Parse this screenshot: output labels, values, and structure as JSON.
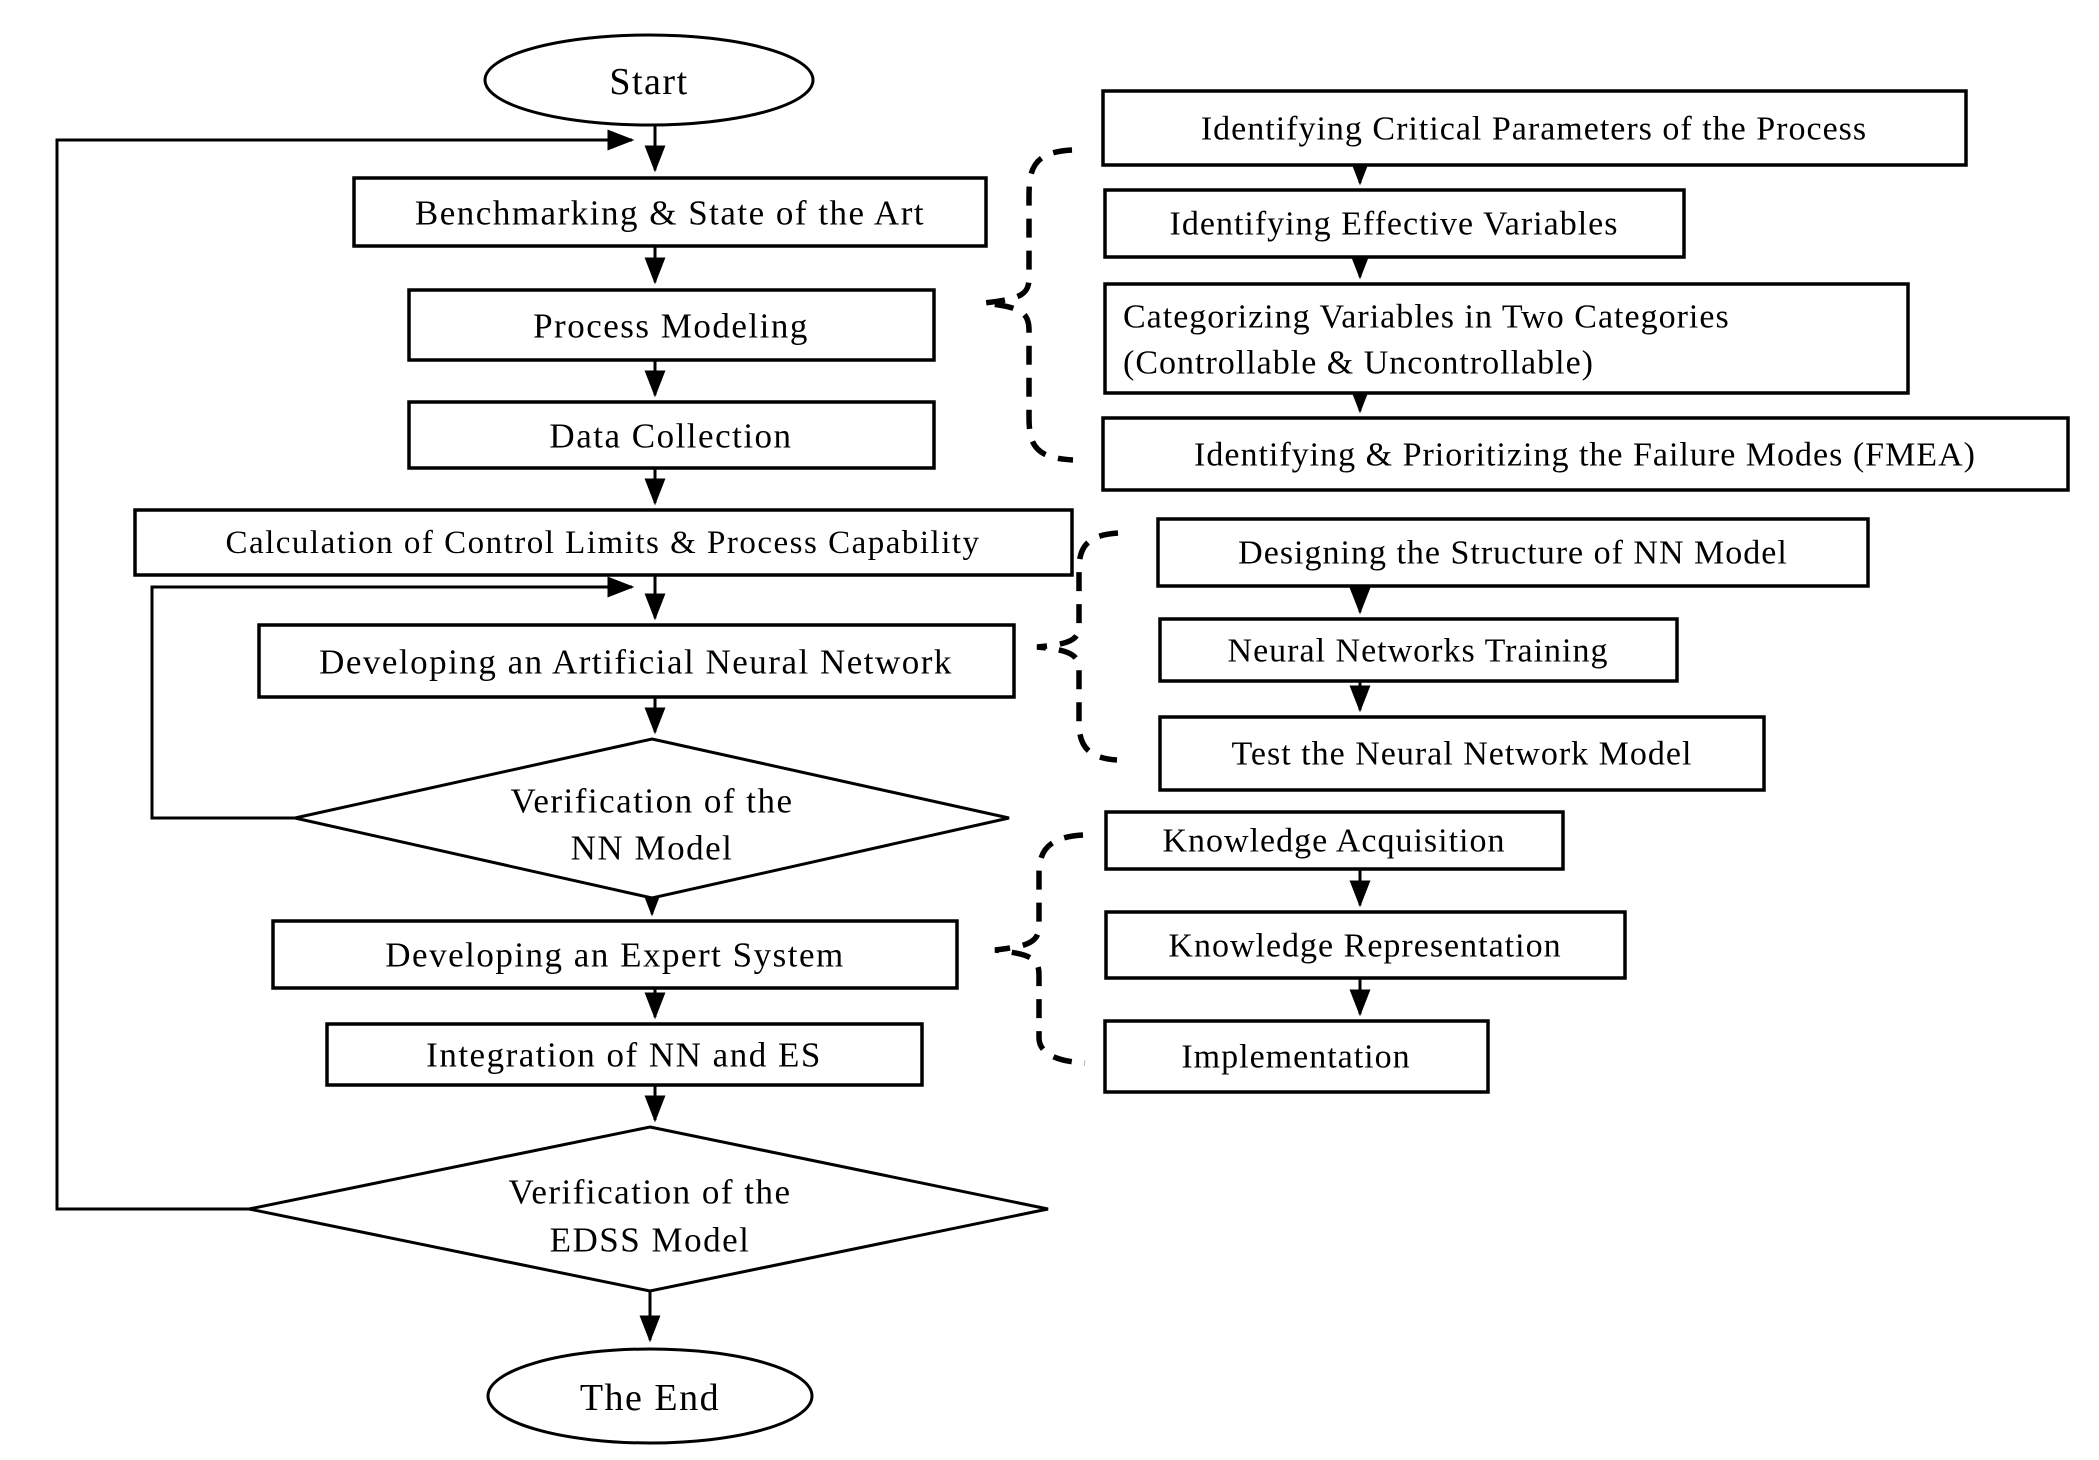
{
  "theme": {
    "paper": "#ffffff",
    "ink": "#000000"
  },
  "main_flow": [
    {
      "id": "start",
      "type": "terminator",
      "label": "Start"
    },
    {
      "id": "benchmarking",
      "type": "process",
      "label": "Benchmarking & State of the Art"
    },
    {
      "id": "process-modeling",
      "type": "process",
      "label": "Process Modeling"
    },
    {
      "id": "data-collection",
      "type": "process",
      "label": "Data Collection"
    },
    {
      "id": "calculation",
      "type": "process",
      "label": "Calculation of Control Limits & Process Capability"
    },
    {
      "id": "developing-ann",
      "type": "process",
      "label": "Developing an Artificial  Neural Network"
    },
    {
      "id": "verify-nn",
      "type": "decision",
      "label_line1": "Verification of the",
      "label_line2": "NN Model"
    },
    {
      "id": "developing-es",
      "type": "process",
      "label": "Developing an Expert System"
    },
    {
      "id": "integration",
      "type": "process",
      "label": "Integration of NN and ES"
    },
    {
      "id": "verify-edss",
      "type": "decision",
      "label_line1": "Verification of the",
      "label_line2": "EDSS Model"
    },
    {
      "id": "end",
      "type": "terminator",
      "label": "The End"
    }
  ],
  "side_groups": [
    {
      "attached_to": "Process Modeling",
      "items": [
        {
          "label": "Identifying Critical Parameters of the Process"
        },
        {
          "label": "Identifying Effective Variables"
        },
        {
          "label_line1": "Categorizing Variables in Two Categories",
          "label_line2": "(Controllable & Uncontrollable)"
        },
        {
          "label": "Identifying & Prioritizing the Failure Modes (FMEA)"
        }
      ]
    },
    {
      "attached_to": "Developing an Artificial Neural Network",
      "items": [
        {
          "label": "Designing the Structure of NN Model"
        },
        {
          "label": "Neural Networks Training"
        },
        {
          "label": "Test the Neural Network Model"
        }
      ]
    },
    {
      "attached_to": "Developing an Expert System",
      "items": [
        {
          "label": "Knowledge Acquisition"
        },
        {
          "label": "Knowledge Representation"
        },
        {
          "label": "Implementation"
        }
      ]
    }
  ]
}
